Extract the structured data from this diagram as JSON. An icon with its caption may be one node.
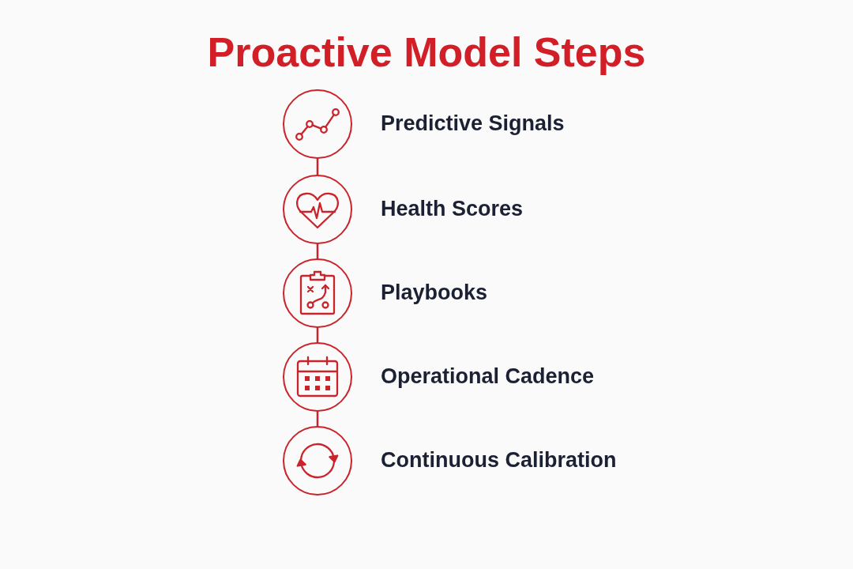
{
  "diagram": {
    "title": "Proactive Model Steps",
    "nodes": [
      {
        "text": [],
        "shape": "circle",
        "beside": [
          "Predictive Signals"
        ]
      },
      {
        "text": [],
        "shape": "circle",
        "beside": [
          "Health Scores"
        ]
      },
      {
        "text": [],
        "shape": "circle",
        "beside": [
          "Playbooks"
        ]
      },
      {
        "text": [],
        "shape": "circle",
        "beside": [
          "Operational Cadence"
        ]
      },
      {
        "text": [],
        "shape": "circle",
        "beside": [
          "Continuous Calibration"
        ]
      }
    ],
    "edges": [
      {
        "from": 0,
        "to": 1,
        "arrow": "none"
      },
      {
        "from": 1,
        "to": 2,
        "arrow": "none"
      },
      {
        "from": 2,
        "to": 3,
        "arrow": "none"
      },
      {
        "from": 3,
        "to": 4,
        "arrow": "none"
      }
    ]
  }
}
